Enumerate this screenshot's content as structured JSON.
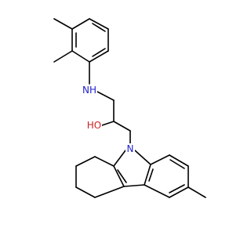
{
  "molecule": {
    "bond_color": "#000000",
    "atom_labels": [
      {
        "id": "nh",
        "text": "NH",
        "color": "#1f1fcf"
      },
      {
        "id": "oh",
        "text": "HO",
        "color": "#cc1f1f"
      },
      {
        "id": "n9",
        "text": "N",
        "color": "#1f1fcf"
      }
    ]
  }
}
